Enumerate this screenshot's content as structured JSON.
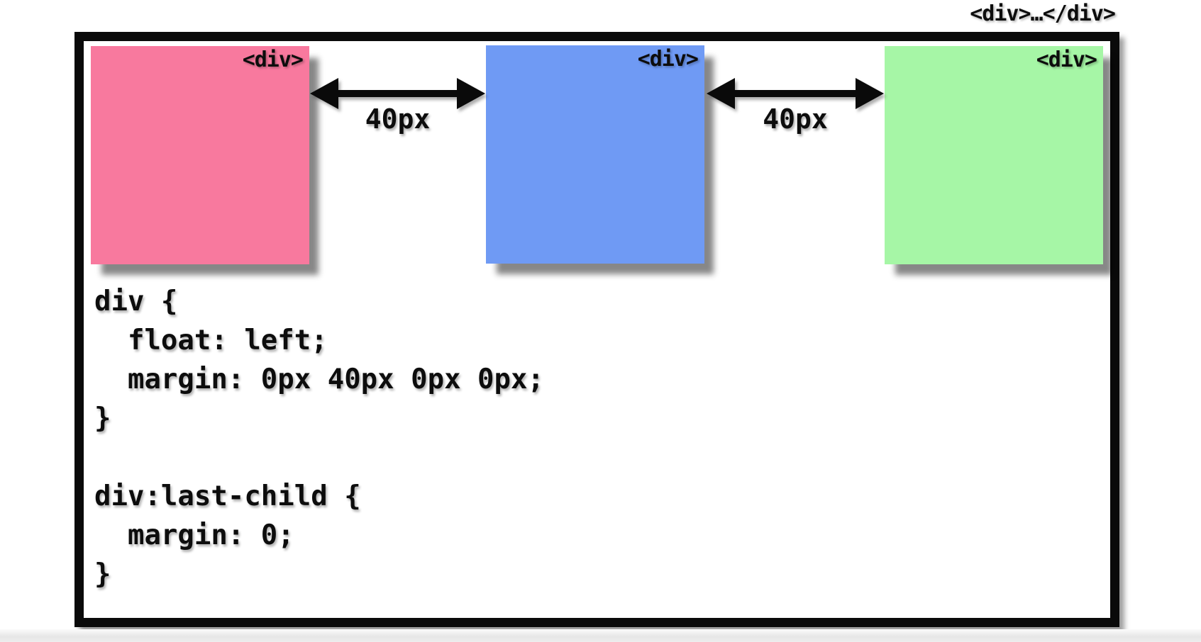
{
  "diagram": {
    "outer_container_label": "<div>…</div>",
    "boxes": [
      {
        "name": "pink-box",
        "label": "<div>",
        "color": "#F8799E"
      },
      {
        "name": "blue-box",
        "label": "<div>",
        "color": "#6F9AF4"
      },
      {
        "name": "green-box",
        "label": "<div>",
        "color": "#A6F6A6"
      }
    ],
    "gaps": [
      {
        "label": "40px"
      },
      {
        "label": "40px"
      }
    ],
    "code": {
      "lines": [
        "div {",
        "  float: left;",
        "  margin: 0px 40px 0px 0px;",
        "}",
        "",
        "div:last-child {",
        "  margin: 0;",
        "}"
      ]
    },
    "colors": {
      "frame_border": "#0a0a0a",
      "text": "#0d0d0d",
      "background": "#ffffff",
      "box_shadow": "#808080",
      "footer_strip": "#e6e6e6"
    }
  }
}
